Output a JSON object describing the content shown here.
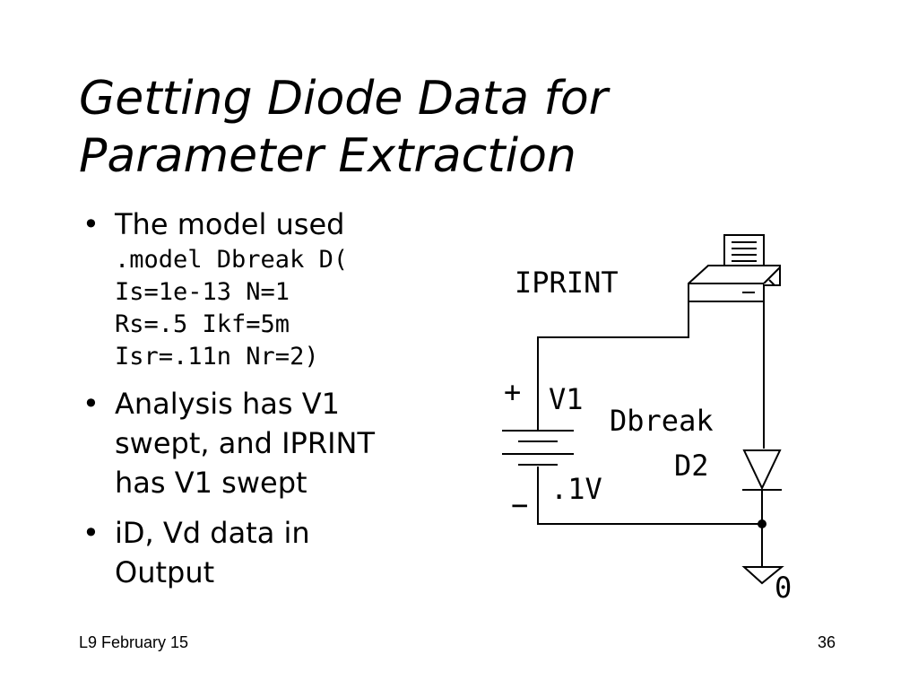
{
  "slide": {
    "title_lines": [
      "Getting Diode Data for",
      "Parameter Extraction"
    ],
    "footer_left": "L9 February 15",
    "page_number": "36"
  },
  "bullets": [
    {
      "text": "The model used",
      "code_lines": [
        ".model Dbreak D(",
        "Is=1e-13 N=1",
        "Rs=.5 Ikf=5m",
        "Isr=.11n Nr=2)"
      ]
    },
    {
      "text_lines": [
        "Analysis has V1",
        "swept, and IPRINT",
        "has V1 swept"
      ]
    },
    {
      "text_lines": [
        "iD, Vd data in",
        "Output"
      ]
    }
  ],
  "schematic": {
    "iprint_label": "IPRINT",
    "source_name": "V1",
    "source_value": ".1V",
    "plus_sign": "+",
    "minus_sign": "−",
    "diode_model": "Dbreak",
    "diode_name": "D2",
    "ground_label": "0"
  }
}
